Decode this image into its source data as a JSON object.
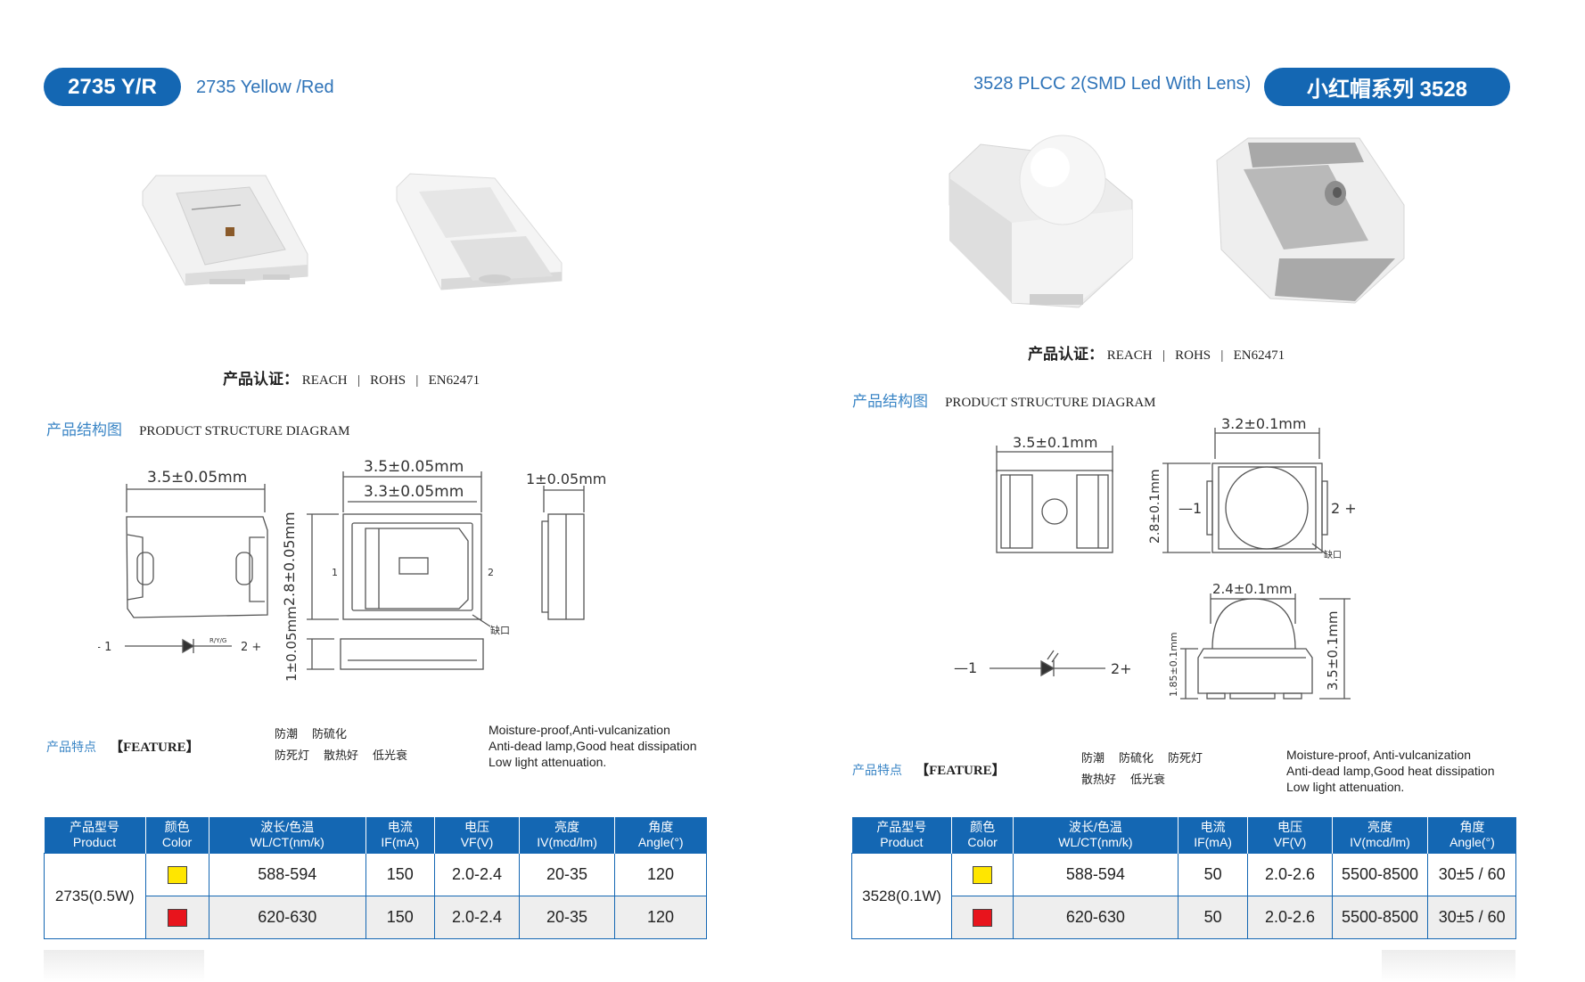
{
  "left": {
    "badge": "2735 Y/R",
    "subtitle": "2735  Yellow /Red",
    "cert_label": "产品认证：",
    "cert_items": [
      "REACH",
      "ROHS",
      "EN62471"
    ],
    "section_cn": "产品结构图",
    "section_en": "PRODUCT  STRUCTURE DIAGRAM",
    "diagram": {
      "dim_width": "3.5±0.05mm",
      "dim_outer": "3.5±0.05mm",
      "dim_inner": "3.3±0.05mm",
      "dim_side": "1±0.05mm",
      "dim_height": "2.8±0.05mm",
      "dim_thick": "1±0.05mm",
      "pin1": "1",
      "pin2": "2",
      "notch": "缺口",
      "circuit_minus": "— 1",
      "circuit_plus": "2 +",
      "circuit_label": "R/Y/G"
    },
    "feature_cn_label": "产品特点",
    "feature_en_label": "【FEATURE】",
    "feature_cn_line1": [
      "防潮",
      "防硫化"
    ],
    "feature_cn_line2": [
      "防死灯",
      "散热好",
      "低光衰"
    ],
    "feature_en": [
      "Moisture-proof,Anti-vulcanization",
      "Anti-dead lamp,Good heat dissipation",
      "Low light attenuation."
    ],
    "table": {
      "headers": [
        [
          "产品型号",
          "Product"
        ],
        [
          "颜色",
          "Color"
        ],
        [
          "波长/色温",
          "WL/CT(nm/k)"
        ],
        [
          "电流",
          "IF(mA)"
        ],
        [
          "电压",
          "VF(V)"
        ],
        [
          "亮度",
          "IV(mcd/lm)"
        ],
        [
          "角度",
          "Angle(°)"
        ]
      ],
      "product": "2735(0.5W)",
      "rows": [
        {
          "color": "#ffe600",
          "wl": "588-594",
          "if": "150",
          "vf": "2.0-2.4",
          "iv": "20-35",
          "angle": "120"
        },
        {
          "color": "#e8141c",
          "wl": "620-630",
          "if": "150",
          "vf": "2.0-2.4",
          "iv": "20-35",
          "angle": "120"
        }
      ]
    }
  },
  "right": {
    "badge": "小红帽系列 3528",
    "subtitle": "3528  PLCC  2(SMD Led With Lens)",
    "cert_label": "产品认证：",
    "cert_items": [
      "REACH",
      "ROHS",
      "EN62471"
    ],
    "section_cn": "产品结构图",
    "section_en": "PRODUCT  STRUCTURE DIAGRAM",
    "diagram": {
      "dim_width": "3.5±0.1mm",
      "dim_top": "3.2±0.1mm",
      "dim_height": "2.8±0.1mm",
      "dim_lens": "2.4±0.1mm",
      "dim_base": "1.85±0.1mm",
      "dim_total": "3.5±0.1mm",
      "pin_minus": "—1",
      "pin_plus": "2 +",
      "notch": "缺口",
      "circuit_minus": "—1",
      "circuit_plus": "2+"
    },
    "feature_cn_label": "产品特点",
    "feature_en_label": "【FEATURE】",
    "feature_cn_line1": [
      "防潮",
      "防硫化",
      "防死灯"
    ],
    "feature_cn_line2": [
      "散热好",
      "低光衰"
    ],
    "feature_en": [
      "Moisture-proof, Anti-vulcanization",
      "Anti-dead lamp,Good heat dissipation",
      "Low light attenuation."
    ],
    "table": {
      "headers": [
        [
          "产品型号",
          "Product"
        ],
        [
          "颜色",
          "Color"
        ],
        [
          "波长/色温",
          "WL/CT(nm/k)"
        ],
        [
          "电流",
          "IF(mA)"
        ],
        [
          "电压",
          "VF(V)"
        ],
        [
          "亮度",
          "IV(mcd/lm)"
        ],
        [
          "角度",
          "Angle(°)"
        ]
      ],
      "product": "3528(0.1W)",
      "rows": [
        {
          "color": "#ffe600",
          "wl": "588-594",
          "if": "50",
          "vf": "2.0-2.6",
          "iv": "5500-8500",
          "angle": "30±5 / 60"
        },
        {
          "color": "#e8141c",
          "wl": "620-630",
          "if": "50",
          "vf": "2.0-2.6",
          "iv": "5500-8500",
          "angle": "30±5 / 60"
        }
      ]
    }
  }
}
